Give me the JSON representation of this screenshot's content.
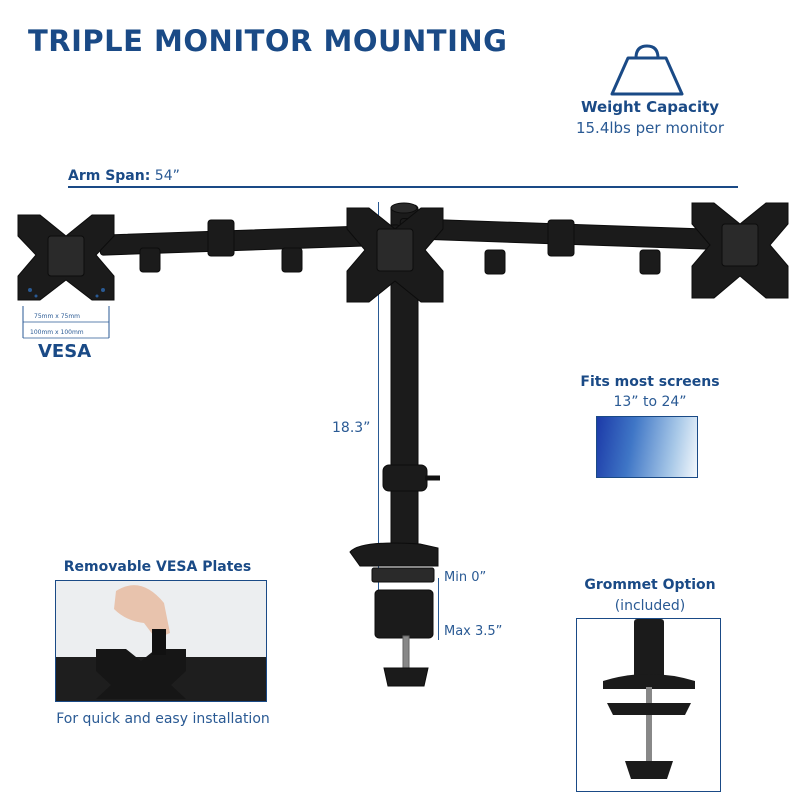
{
  "title": "TRIPLE MONITOR MOUNTING",
  "weight": {
    "title": "Weight Capacity",
    "value": "15.4lbs per monitor",
    "icon": "weight-icon"
  },
  "arm_span": {
    "label": "Arm Span:",
    "value": "54”"
  },
  "vesa": {
    "label": "VESA",
    "small": "75mm x 75mm",
    "large": "100mm x 100mm"
  },
  "height": {
    "value": "18.3”"
  },
  "fits": {
    "title": "Fits most screens",
    "value": "13” to 24”"
  },
  "clamp": {
    "min": "Min 0”",
    "max": "Max 3.5”"
  },
  "removable": {
    "title": "Removable VESA Plates",
    "caption": "For quick and easy installation"
  },
  "grommet": {
    "title": "Grommet Option",
    "subtitle": "(included)"
  },
  "colors": {
    "accent": "#1a4a86",
    "text": "#2a5a94",
    "product": "#1b1b1b"
  }
}
